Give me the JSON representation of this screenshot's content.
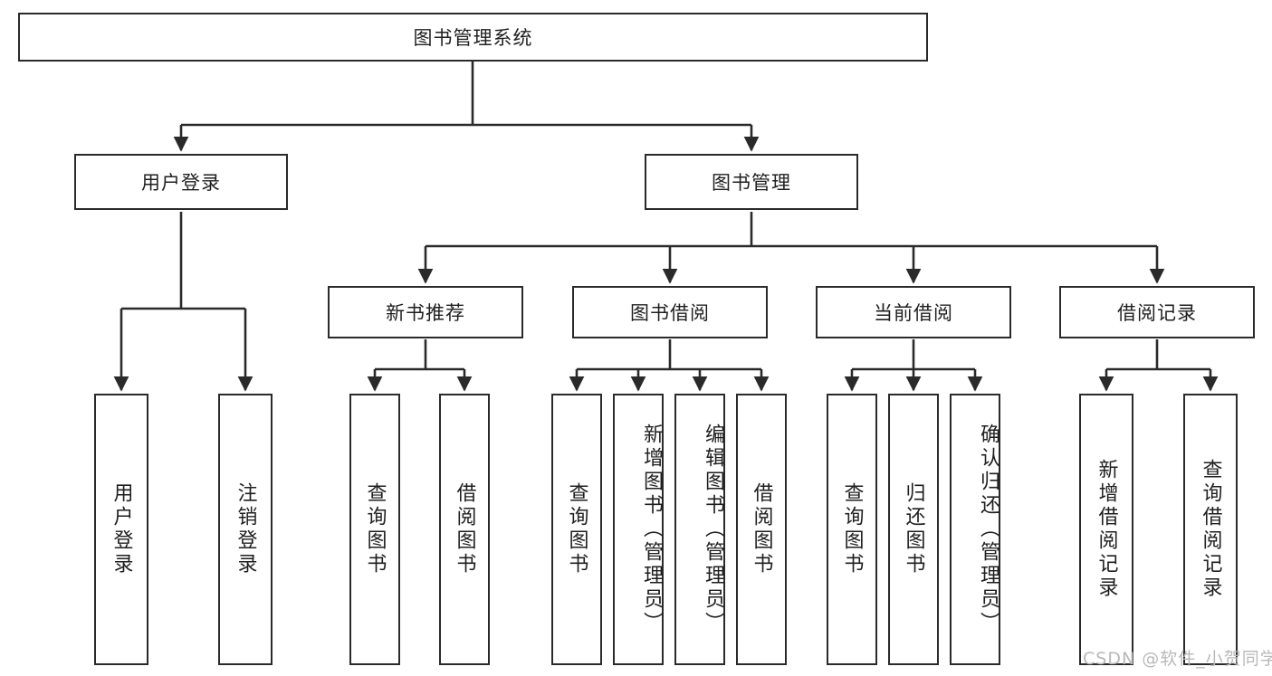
{
  "diagram": {
    "type": "hierarchy-tree",
    "title": "图书管理系统",
    "style": {
      "box_border_color": "#2a2a2a",
      "box_fill_color": "#ffffff",
      "line_color": "#2a2a2a",
      "text_color": "#1f1f1f",
      "watermark_color": "#b9b9b9"
    },
    "nodes": {
      "root": {
        "label": "图书管理系统"
      },
      "level2": [
        {
          "id": "user-login",
          "label": "用户登录"
        },
        {
          "id": "book-manage",
          "label": "图书管理"
        }
      ],
      "level3": [
        {
          "id": "new-book-recommend",
          "label": "新书推荐"
        },
        {
          "id": "book-borrow",
          "label": "图书借阅"
        },
        {
          "id": "current-borrow",
          "label": "当前借阅"
        },
        {
          "id": "borrow-record",
          "label": "借阅记录"
        }
      ],
      "leaves": {
        "user_login": [
          {
            "id": "leaf-user-login",
            "label": "用户登录"
          },
          {
            "id": "leaf-logout-login",
            "label": "注销登录"
          }
        ],
        "new_book_recommend": [
          {
            "id": "leaf-query-book-1",
            "label": "查询图书"
          },
          {
            "id": "leaf-borrow-book-1",
            "label": "借阅图书"
          }
        ],
        "book_borrow": [
          {
            "id": "leaf-query-book-2",
            "label": "查询图书"
          },
          {
            "id": "leaf-add-book",
            "label": "新增图书（管理员）"
          },
          {
            "id": "leaf-edit-book",
            "label": "编辑图书（管理员）"
          },
          {
            "id": "leaf-borrow-book-2",
            "label": "借阅图书"
          }
        ],
        "current_borrow": [
          {
            "id": "leaf-query-book-3",
            "label": "查询图书"
          },
          {
            "id": "leaf-return-book",
            "label": "归还图书"
          },
          {
            "id": "leaf-confirm-return",
            "label": "确认归还（管理员）"
          }
        ],
        "borrow_record": [
          {
            "id": "leaf-add-record",
            "label": "新增借阅记录"
          },
          {
            "id": "leaf-query-record",
            "label": "查询借阅记录"
          }
        ]
      }
    },
    "watermark": "CSDN @软件_小贺同学"
  }
}
